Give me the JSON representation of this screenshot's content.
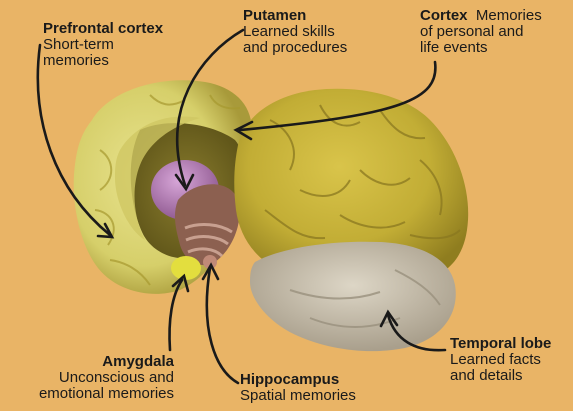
{
  "labels": {
    "prefrontal": {
      "title": "Prefrontal cortex",
      "desc_line1": "Short-term",
      "desc_line2": "memories"
    },
    "putamen": {
      "title": "Putamen",
      "desc_line1": "Learned skills",
      "desc_line2": "and procedures"
    },
    "cortex": {
      "title": "Cortex",
      "desc_line1": "Memories",
      "desc_line2": "of personal and",
      "desc_line3": "life events"
    },
    "temporal": {
      "title": "Temporal lobe",
      "desc_line1": "Learned facts",
      "desc_line2": "and details"
    },
    "amygdala": {
      "title": "Amygdala",
      "desc_line1": "Unconscious and",
      "desc_line2": "emotional memories"
    },
    "hippocampus": {
      "title": "Hippocampus",
      "desc_line1": "Spatial memories"
    }
  },
  "colors": {
    "background": "#e9b466",
    "cortex_fill": "#dcd67a",
    "cortex_dark": "#b8a743",
    "putamen": "#b77fb8",
    "hippocampus": "#a07060",
    "amygdala": "#e6e04a",
    "temporal_lobe": "#c8bfae"
  }
}
